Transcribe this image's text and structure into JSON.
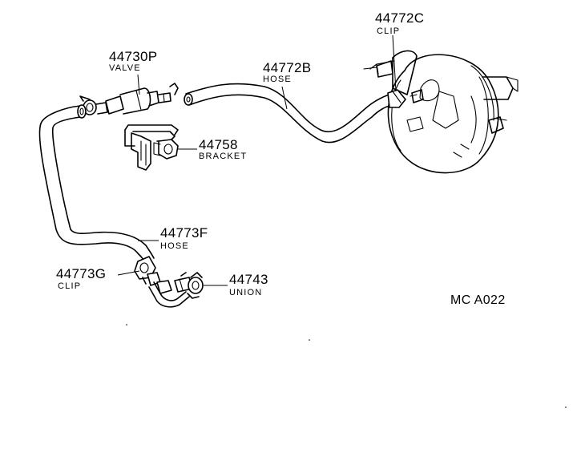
{
  "parts": [
    {
      "id": "valve",
      "number": "44730P",
      "name": "VALVE"
    },
    {
      "id": "hose_b",
      "number": "44772B",
      "name": "HOSE"
    },
    {
      "id": "clip_c",
      "number": "44772C",
      "name": "CLIP"
    },
    {
      "id": "bracket",
      "number": "44758",
      "name": "BRACKET"
    },
    {
      "id": "hose_f",
      "number": "44773F",
      "name": "HOSE"
    },
    {
      "id": "clip_g",
      "number": "44773G",
      "name": "CLIP"
    },
    {
      "id": "union",
      "number": "44743",
      "name": "UNION"
    }
  ],
  "diagram_code": "MC A022"
}
